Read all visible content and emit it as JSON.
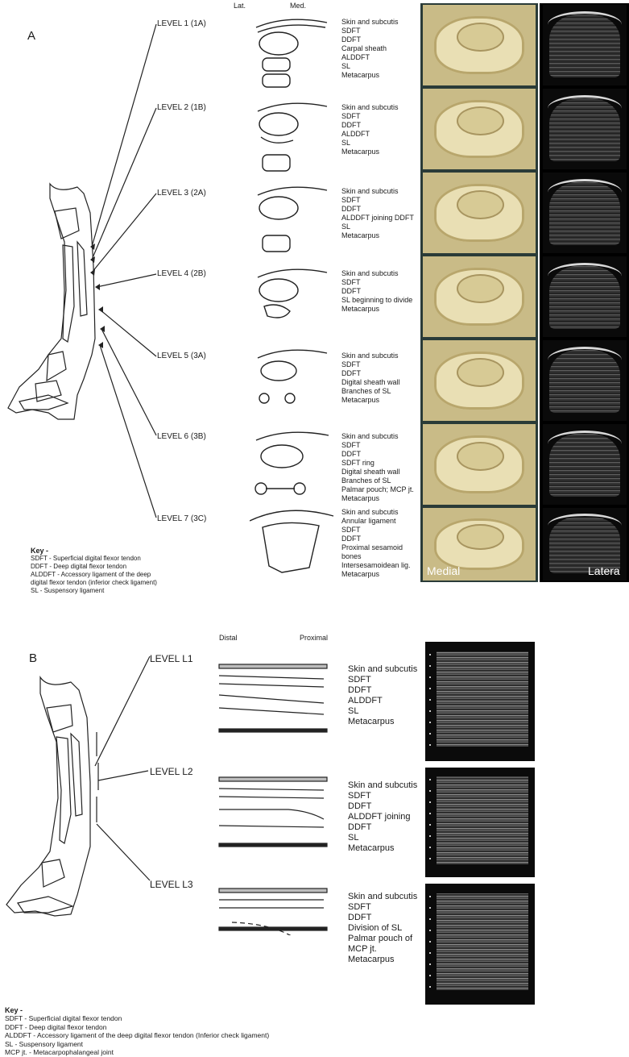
{
  "panelA": {
    "letter": "A",
    "col_lat": "Lat.",
    "col_med": "Med.",
    "levels": [
      "LEVEL 1 (1A)",
      "LEVEL 2 (1B)",
      "LEVEL 3 (2A)",
      "LEVEL 4 (2B)",
      "LEVEL 5 (3A)",
      "LEVEL 6 (3B)",
      "LEVEL 7 (3C)"
    ],
    "structure_groups": [
      [
        "Skin and subcutis",
        "SDFT",
        "DDFT",
        "Carpal sheath",
        "ALDDFT",
        "SL",
        "Metacarpus"
      ],
      [
        "Skin and subcutis",
        "SDFT",
        "DDFT",
        "ALDDFT",
        "SL",
        "Metacarpus"
      ],
      [
        "Skin and subcutis",
        "SDFT",
        "DDFT",
        "ALDDFT joining DDFT",
        "SL",
        "Metacarpus"
      ],
      [
        "Skin and subcutis",
        "SDFT",
        "DDFT",
        "SL beginning to divide",
        "Metacarpus"
      ],
      [
        "Skin and subcutis",
        "SDFT",
        "DDFT",
        "Digital sheath wall",
        "Branches of SL",
        "Metacarpus"
      ],
      [
        "Skin and subcutis",
        "SDFT",
        "DDFT",
        "SDFT ring",
        "Digital sheath wall",
        "Branches of SL",
        "Palmar pouch; MCP jt.",
        "Metacarpus"
      ],
      [
        "Skin and subcutis",
        "Annular ligament",
        "SDFT",
        "DDFT",
        "Proximal sesamoid",
        "bones",
        "Intersesamoidean lig.",
        "Metacarpus"
      ]
    ],
    "photo_overlay_left": "Medial",
    "photo_overlay_right": "Latera",
    "key_title": "Key -",
    "key_lines": [
      "SDFT - Superficial digital flexor tendon",
      "DDFT - Deep digital flexor tendon",
      "ALDDFT - Accessory ligament of the deep",
      "digital flexor tendon (inferior check ligament)",
      "SL - Suspensory ligament"
    ]
  },
  "panelB": {
    "letter": "B",
    "col_distal": "Distal",
    "col_proximal": "Proximal",
    "levels": [
      "LEVEL L1",
      "LEVEL L2",
      "LEVEL L3"
    ],
    "structure_groups": [
      [
        "Skin and subcutis",
        "SDFT",
        "DDFT",
        "ALDDFT",
        "SL",
        "Metacarpus"
      ],
      [
        "Skin and subcutis",
        "SDFT",
        "DDFT",
        "ALDDFT joining",
        "DDFT",
        "SL",
        "Metacarpus"
      ],
      [
        "Skin and subcutis",
        "SDFT",
        "DDFT",
        "Division of SL",
        "Palmar pouch of",
        "MCP jt.",
        "Metacarpus"
      ]
    ],
    "key_title": "Key -",
    "key_lines": [
      "SDFT - Superficial digital flexor tendon",
      "DDFT - Deep digital flexor tendon",
      "ALDDFT - Accessory ligament of the deep digital flexor tendon (Inferior check ligament)",
      "SL - Suspensory ligament",
      "MCP jt. - Metacarpophalangeal joint"
    ]
  }
}
